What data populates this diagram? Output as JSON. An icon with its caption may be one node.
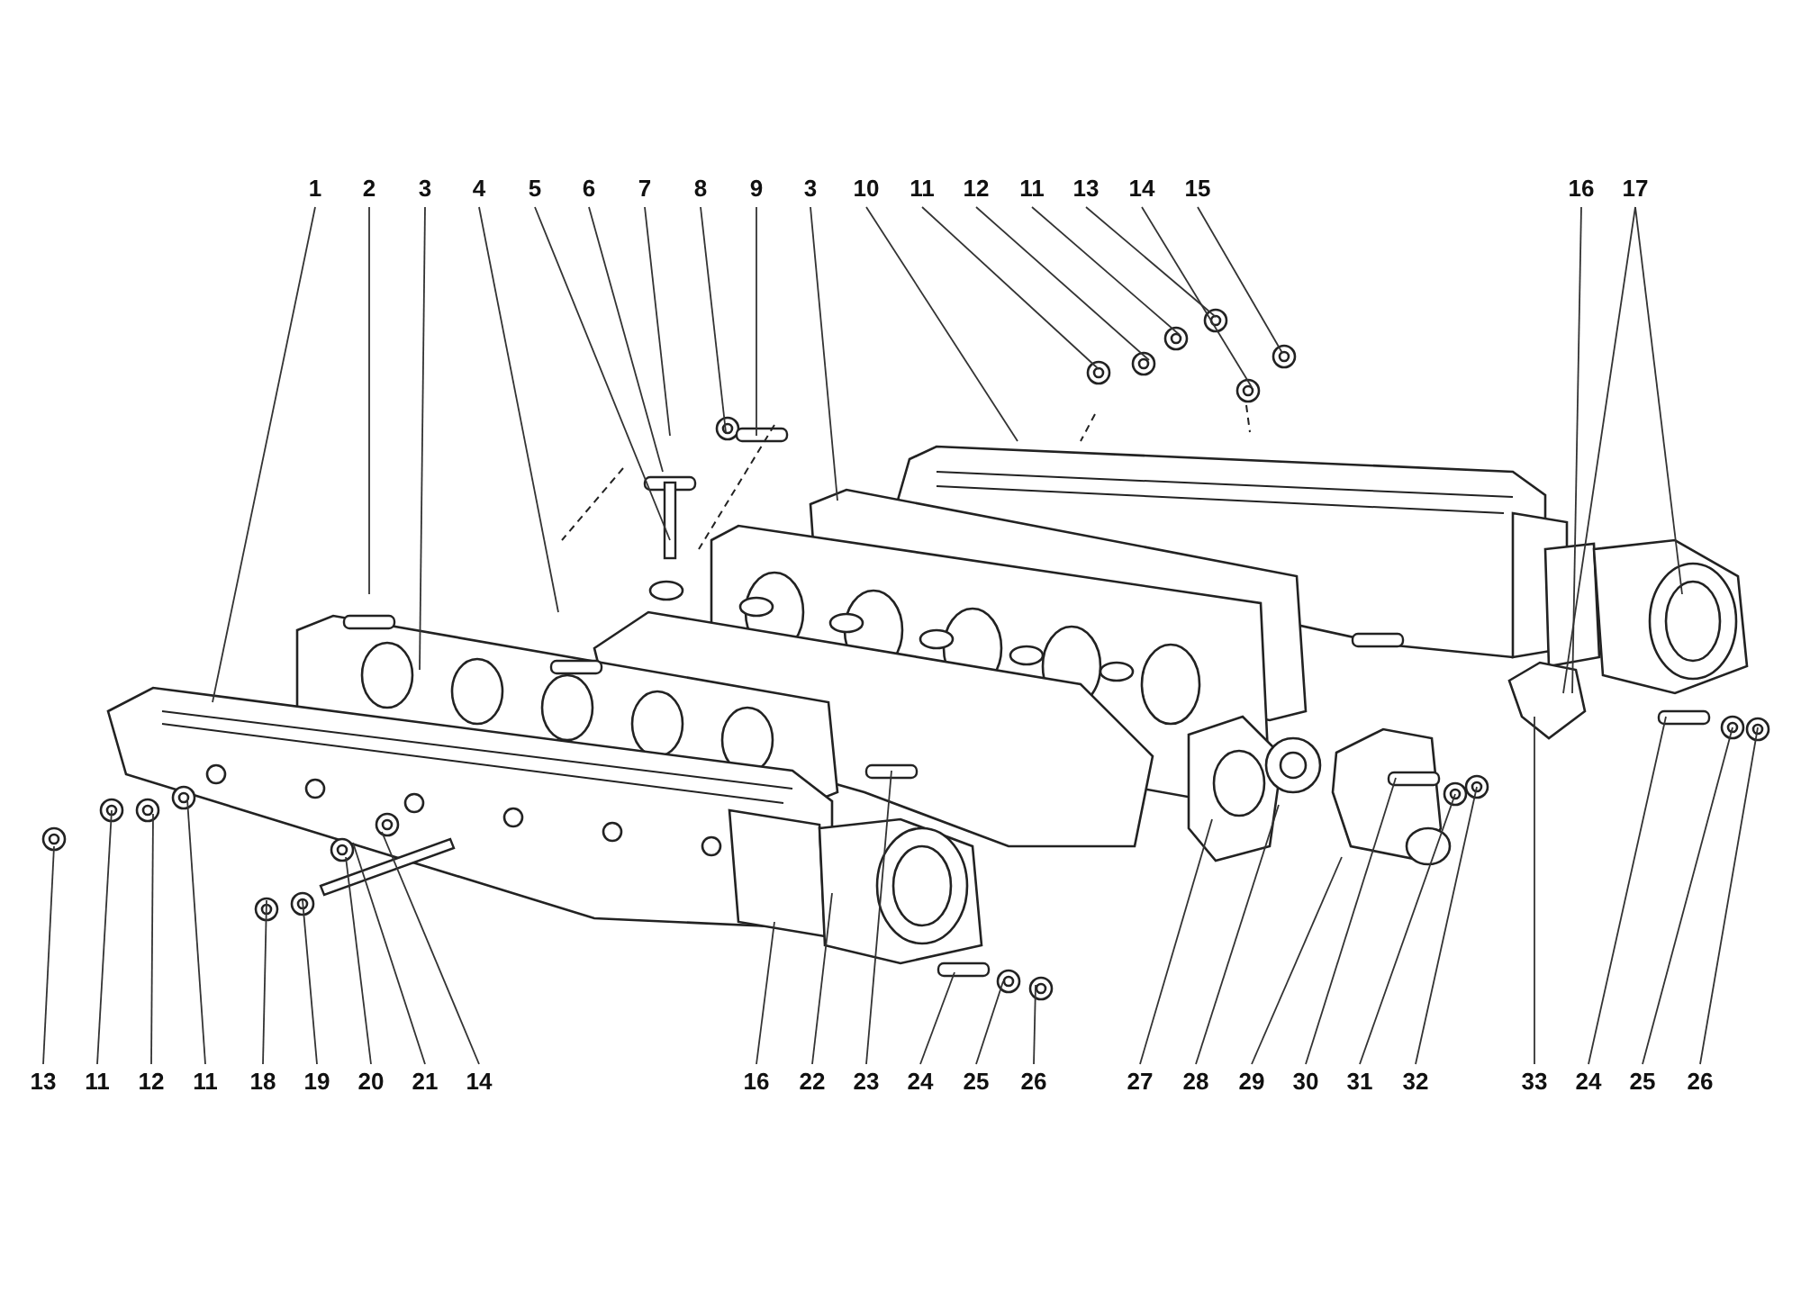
{
  "diagram": {
    "nodes": [
      {
        "text": [
          "1"
        ]
      },
      {
        "text": [
          "2"
        ]
      },
      {
        "text": [
          "3"
        ]
      },
      {
        "text": [
          "4"
        ]
      },
      {
        "text": [
          "5"
        ]
      },
      {
        "text": [
          "6"
        ]
      },
      {
        "text": [
          "7"
        ]
      },
      {
        "text": [
          "8"
        ]
      },
      {
        "text": [
          "9"
        ]
      },
      {
        "text": [
          "3"
        ]
      },
      {
        "text": [
          "10"
        ]
      },
      {
        "text": [
          "11"
        ]
      },
      {
        "text": [
          "12"
        ]
      },
      {
        "text": [
          "11"
        ]
      },
      {
        "text": [
          "13"
        ]
      },
      {
        "text": [
          "14"
        ]
      },
      {
        "text": [
          "15"
        ]
      },
      {
        "text": [
          "16"
        ]
      },
      {
        "text": [
          "17"
        ]
      },
      {
        "text": [
          "13"
        ]
      },
      {
        "text": [
          "11"
        ]
      },
      {
        "text": [
          "12"
        ]
      },
      {
        "text": [
          "11"
        ]
      },
      {
        "text": [
          "18"
        ]
      },
      {
        "text": [
          "19"
        ]
      },
      {
        "text": [
          "20"
        ]
      },
      {
        "text": [
          "21"
        ]
      },
      {
        "text": [
          "14"
        ]
      },
      {
        "text": [
          "16"
        ]
      },
      {
        "text": [
          "22"
        ]
      },
      {
        "text": [
          "23"
        ]
      },
      {
        "text": [
          "24"
        ]
      },
      {
        "text": [
          "25"
        ]
      },
      {
        "text": [
          "26"
        ]
      },
      {
        "text": [
          "27"
        ]
      },
      {
        "text": [
          "28"
        ]
      },
      {
        "text": [
          "29"
        ]
      },
      {
        "text": [
          "30"
        ]
      },
      {
        "text": [
          "31"
        ]
      },
      {
        "text": [
          "32"
        ]
      },
      {
        "text": [
          "33"
        ]
      },
      {
        "text": [
          "24"
        ]
      },
      {
        "text": [
          "25"
        ]
      },
      {
        "text": [
          "26"
        ]
      },
      {
        "text": [],
        "shape": "picture"
      }
    ],
    "edges": [
      {
        "from": 0,
        "to": 44,
        "arrow": "none"
      },
      {
        "from": 1,
        "to": 44,
        "arrow": "none"
      },
      {
        "from": 2,
        "to": 44,
        "arrow": "none"
      },
      {
        "from": 3,
        "to": 44,
        "arrow": "none"
      },
      {
        "from": 4,
        "to": 44,
        "arrow": "none"
      },
      {
        "from": 5,
        "to": 44,
        "arrow": "none"
      },
      {
        "from": 6,
        "to": 44,
        "arrow": "none"
      },
      {
        "from": 7,
        "to": 44,
        "arrow": "none"
      },
      {
        "from": 8,
        "to": 44,
        "arrow": "none"
      },
      {
        "from": 9,
        "to": 44,
        "arrow": "none"
      },
      {
        "from": 10,
        "to": 44,
        "arrow": "none"
      },
      {
        "from": 11,
        "to": 44,
        "arrow": "none"
      },
      {
        "from": 12,
        "to": 44,
        "arrow": "none"
      },
      {
        "from": 13,
        "to": 44,
        "arrow": "none"
      },
      {
        "from": 14,
        "to": 44,
        "arrow": "none"
      },
      {
        "from": 15,
        "to": 44,
        "arrow": "none"
      },
      {
        "from": 16,
        "to": 44,
        "arrow": "none"
      },
      {
        "from": 17,
        "to": 44,
        "arrow": "none"
      },
      {
        "from": 18,
        "to": 44,
        "arrow": "none"
      },
      {
        "from": 18,
        "to": 44,
        "arrow": "none"
      },
      {
        "from": 19,
        "to": 44,
        "arrow": "none"
      },
      {
        "from": 20,
        "to": 44,
        "arrow": "none"
      },
      {
        "from": 21,
        "to": 44,
        "arrow": "none"
      },
      {
        "from": 22,
        "to": 44,
        "arrow": "none"
      },
      {
        "from": 23,
        "to": 44,
        "arrow": "none"
      },
      {
        "from": 24,
        "to": 44,
        "arrow": "none"
      },
      {
        "from": 25,
        "to": 44,
        "arrow": "none"
      },
      {
        "from": 26,
        "to": 44,
        "arrow": "none"
      },
      {
        "from": 27,
        "to": 44,
        "arrow": "none"
      },
      {
        "from": 28,
        "to": 44,
        "arrow": "none"
      },
      {
        "from": 29,
        "to": 44,
        "arrow": "none"
      },
      {
        "from": 30,
        "to": 44,
        "arrow": "none"
      },
      {
        "from": 31,
        "to": 44,
        "arrow": "none"
      },
      {
        "from": 32,
        "to": 44,
        "arrow": "none"
      },
      {
        "from": 33,
        "to": 44,
        "arrow": "none"
      },
      {
        "from": 34,
        "to": 44,
        "arrow": "none"
      },
      {
        "from": 35,
        "to": 44,
        "arrow": "none"
      },
      {
        "from": 36,
        "to": 44,
        "arrow": "none"
      },
      {
        "from": 37,
        "to": 44,
        "arrow": "none"
      },
      {
        "from": 38,
        "to": 44,
        "arrow": "none"
      },
      {
        "from": 39,
        "to": 44,
        "arrow": "none"
      },
      {
        "from": 40,
        "to": 44,
        "arrow": "none"
      },
      {
        "from": 41,
        "to": 44,
        "arrow": "none"
      },
      {
        "from": 42,
        "to": 44,
        "arrow": "none"
      },
      {
        "from": 43,
        "to": 44,
        "arrow": "none"
      }
    ]
  }
}
